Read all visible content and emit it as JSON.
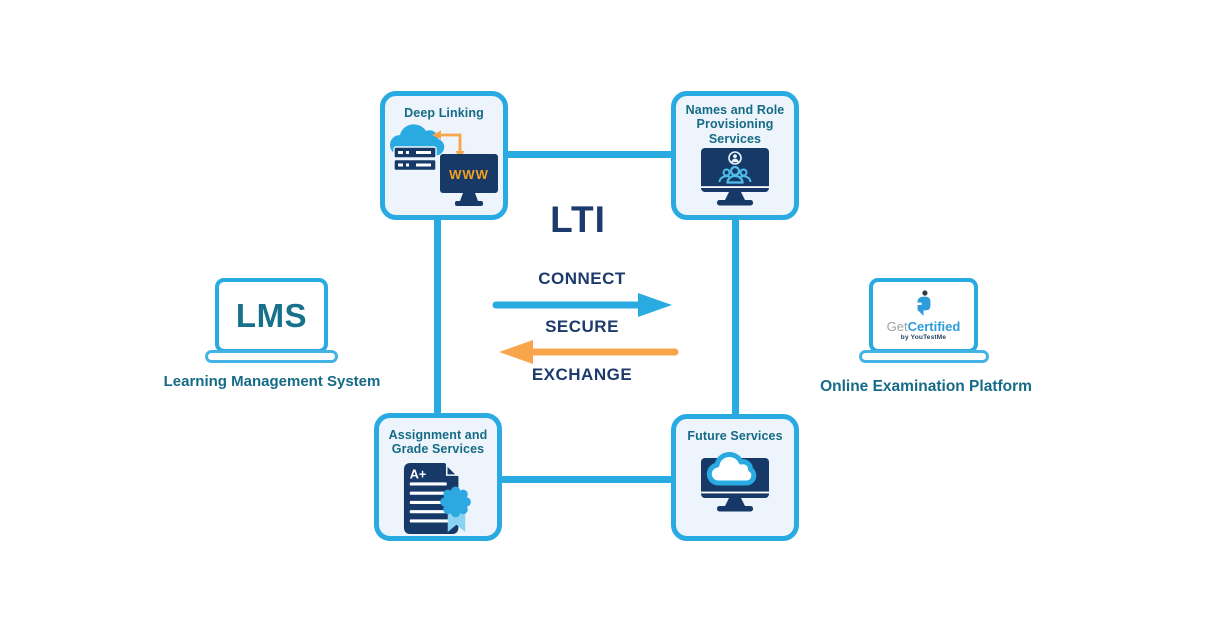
{
  "colors": {
    "accent_blue": "#29ABE2",
    "navy_text": "#1D3A6D",
    "icon_navy": "#173968",
    "teal_text": "#156B86",
    "orange": "#F9A54C",
    "box_background": "#EEF4FB"
  },
  "center": {
    "title": "LTI",
    "keywords": [
      "CONNECT",
      "SECURE",
      "EXCHANGE"
    ]
  },
  "lms": {
    "name": "LMS",
    "caption": "Learning Management System"
  },
  "platform": {
    "logo": {
      "get": "Get",
      "certified": "Certified",
      "byline": "by YouTestMe"
    },
    "caption": "Online Examination Platform"
  },
  "services": {
    "deep_linking": {
      "label": "Deep Linking",
      "www": "WWW",
      "icon": "cloud-server-www-monitor-icon"
    },
    "names_role": {
      "label": "Names and Role Provisioning Services",
      "icon": "monitor-user-group-icon"
    },
    "assignment_grade": {
      "label": "Assignment and Grade Services",
      "grade": "A+",
      "icon": "graded-document-badge-icon"
    },
    "future": {
      "label": "Future Services",
      "icon": "monitor-cloud-icon"
    }
  }
}
